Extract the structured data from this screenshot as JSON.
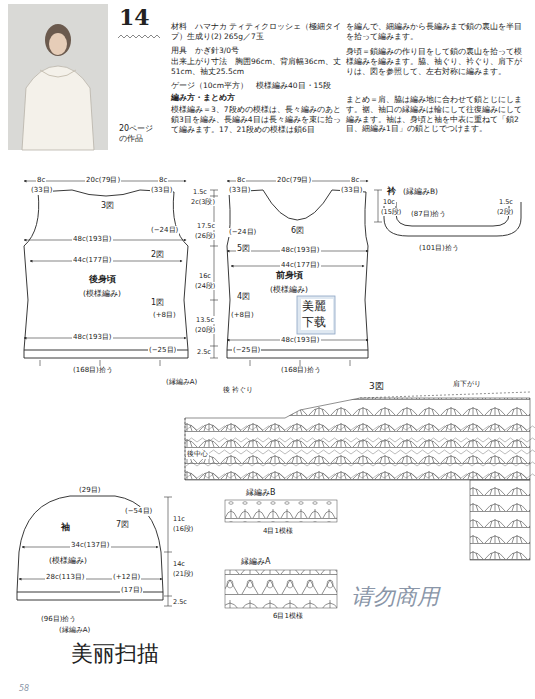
{
  "diagram": {
    "nodes": [
      {
        "text": [
          "後身頃",
          "(模様編み)"
        ]
      },
      {
        "text": [
          "前身頃",
          "(模様編み)"
        ]
      },
      {
        "text": [
          "袖",
          "(模様編み)"
        ]
      },
      {
        "text": [
          "衿",
          "(縁編みB)"
        ]
      }
    ],
    "labels": [
      "14",
      "20ページ の作品",
      "材料　ハマナカ ティティクロッシェ（極細タイプ）生成り(2) 265g／7玉",
      "用具　かぎ針3/0号",
      "出来上がり寸法　胸囲96cm、背肩幅36cm、丈51cm、袖丈25.5cm",
      "ゲージ（10cm平方）　模様編み40目・15段",
      "編み方・まとめ方",
      "模様編み＝3、7段めの模様は、長々編みのあと鎖3目を編み、長編み4目は長々編みを束に拾って編みます。17、21段めの模様は鎖6目",
      "を編んで、細編みから長編みまで鎖の裏山を半目を拾って編みます。",
      "身頃＝鎖編みの作り目をして鎖の裏山を拾って模様編みを編みます。脇、袖ぐり、衿ぐり、肩下がりは、図を参照して、左右対称に編みます。",
      "まとめ＝肩、脇は編み地に合わせて鎖とじにします。裾、袖口の縁編みは輪にして往復編みにして編みます。袖は、身頃と袖を中表に重ねて「鎖2目、細編み1目」の鎖とじでつけます。",
      "8c",
      "20c(79目)",
      "8c",
      "(33目)",
      "(33目)",
      "3図",
      "(−24目)",
      "48c(193目)",
      "2図",
      "44c(177目)",
      "1図",
      "(+8目)",
      "48c(193目)",
      "(−25目)",
      "(168目)拾う",
      "1.5c",
      "2c(3段)",
      "17.5c",
      "(26段)",
      "16c",
      "(24段)",
      "13.5c",
      "(20段)",
      "2.5c",
      "8c",
      "20c(79目)",
      "8c",
      "(33目)",
      "(33目)",
      "6図",
      "5図",
      "(−24目)",
      "48c(193目)",
      "44c(177目)",
      "4図",
      "(+8目)",
      "48c(193目)",
      "(−25目)",
      "(168目)拾う",
      "10c",
      "(15段)",
      "(縁編みA)",
      "(87目)拾う",
      "1.5c",
      "(2段)",
      "(101目)拾う",
      "3図",
      "後 衿ぐり",
      "肩下がり",
      "後中心",
      "(29目)",
      "7図",
      "(−54目)",
      "11c",
      "(16段)",
      "34c(137目)",
      "28c(113目)",
      "(+12目)",
      "14c",
      "(21段)",
      "(17目)",
      "2.5c",
      "(96目)拾う",
      "(縁編みA)",
      "縁編みB",
      "4目1模様",
      "縁編みA",
      "6目1模様",
      "美丽扫描",
      "请勿商用",
      "58",
      "美麗 下载"
    ]
  }
}
